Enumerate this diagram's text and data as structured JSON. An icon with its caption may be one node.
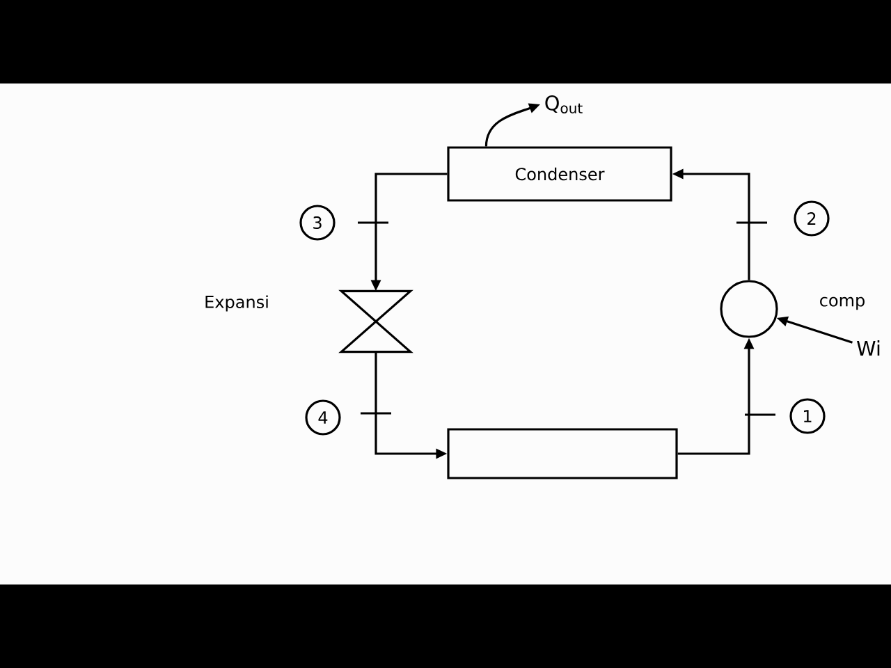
{
  "diagram": {
    "nodes": [
      {
        "text": [
          "Condenser"
        ]
      },
      {
        "text": [],
        "shape": "circle",
        "beside": [
          "comp"
        ]
      },
      {
        "text": [],
        "shape": "valve"
      },
      {
        "text": [],
        "shape": "box"
      },
      {
        "text": [
          "Q$_{out}$"
        ]
      },
      {
        "text": [
          "Wi"
        ]
      },
      {
        "text": [
          "3"
        ]
      },
      {
        "text": [
          "2"
        ]
      },
      {
        "text": [
          "4"
        ]
      },
      {
        "text": [
          "1"
        ]
      }
    ],
    "edges": [
      {
        "from": 0,
        "to": 2,
        "arrow": "to"
      },
      {
        "from": 2,
        "to": 3,
        "arrow": "to"
      },
      {
        "from": 3,
        "to": 1,
        "arrow": "to"
      },
      {
        "from": 1,
        "to": 0,
        "arrow": "to"
      },
      {
        "from": 0,
        "to": 4,
        "arrow": "to"
      },
      {
        "from": 5,
        "to": 1,
        "arrow": "to"
      }
    ],
    "labels": [
      "Expansi"
    ]
  }
}
